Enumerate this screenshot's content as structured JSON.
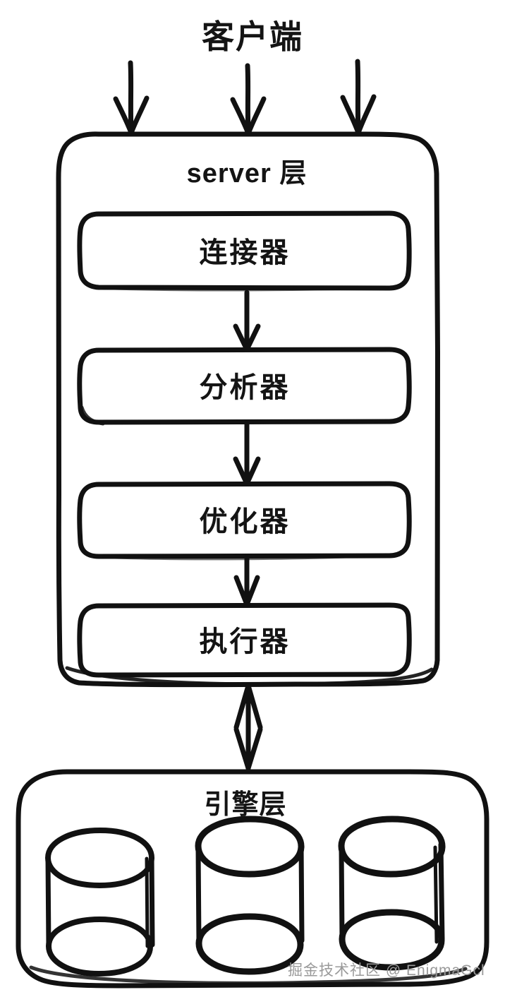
{
  "diagram": {
    "client": {
      "title": "客户端",
      "arrow_count": 3
    },
    "server_layer": {
      "title": "server 层",
      "components": [
        {
          "label": "连接器",
          "name": "connector"
        },
        {
          "label": "分析器",
          "name": "analyzer"
        },
        {
          "label": "优化器",
          "name": "optimizer"
        },
        {
          "label": "执行器",
          "name": "executor"
        }
      ],
      "flow": "top-down"
    },
    "engine_layer": {
      "title": "引擎层",
      "storage_count": 3,
      "storage_shape": "cylinder"
    },
    "link": {
      "type": "bidirectional-arrow",
      "from": "执行器",
      "to": "引擎层"
    },
    "watermark": "掘金技术社区 @ EnigmaGcl",
    "colors": {
      "stroke": "#111111",
      "background": "#ffffff",
      "watermark": "#9a9a9a"
    }
  }
}
